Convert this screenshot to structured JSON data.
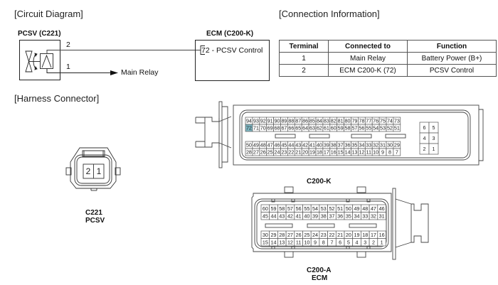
{
  "sections": {
    "circuit_diagram": "[Circuit Diagram]",
    "connection_information": "[Connection Information]",
    "harness_connector": "[Harness Connector]"
  },
  "circuit": {
    "pcsv_label": "PCSV (C221)",
    "ecm_label": "ECM (C200-K)",
    "wire_2_label": "2",
    "wire_1_label": "1",
    "main_relay_label": "Main Relay",
    "ecm_pin_label": "72 - PCSV Control"
  },
  "connection_table": {
    "headers": [
      "Terminal",
      "Connected to",
      "Function"
    ],
    "rows": [
      [
        "1",
        "Main Relay",
        "Battery Power (B+)"
      ],
      [
        "2",
        "ECM C200-K (72)",
        "PCSV Control"
      ]
    ]
  },
  "connectors": {
    "c221": {
      "name": "C221",
      "device": "PCSV",
      "pins": [
        "2",
        "1"
      ]
    },
    "c200k": {
      "name": "C200-K",
      "highlight_pin": "72",
      "highlight_color": "#7fb8c4",
      "row1": [
        "94",
        "93",
        "92",
        "91",
        "90",
        "89",
        "88",
        "87",
        "86",
        "85",
        "84",
        "83",
        "82",
        "81",
        "80",
        "79",
        "78",
        "77",
        "76",
        "75",
        "74",
        "73"
      ],
      "row2": [
        "72",
        "71",
        "70",
        "69",
        "68",
        "67",
        "66",
        "65",
        "64",
        "63",
        "62",
        "61",
        "60",
        "59",
        "58",
        "57",
        "56",
        "55",
        "54",
        "53",
        "52",
        "51"
      ],
      "row3": [
        "50",
        "49",
        "48",
        "47",
        "46",
        "45",
        "44",
        "43",
        "42",
        "41",
        "40",
        "39",
        "38",
        "37",
        "36",
        "35",
        "34",
        "33",
        "32",
        "31",
        "30",
        "29"
      ],
      "row4": [
        "28",
        "27",
        "26",
        "25",
        "24",
        "23",
        "22",
        "21",
        "20",
        "19",
        "18",
        "17",
        "16",
        "15",
        "14",
        "13",
        "12",
        "11",
        "10",
        "9",
        "8",
        "7"
      ],
      "power_block": [
        [
          "6",
          "5"
        ],
        [
          "4",
          "3"
        ],
        [
          "2",
          "1"
        ]
      ]
    },
    "c200a": {
      "name": "C200-A",
      "device": "ECM",
      "row1": [
        "60",
        "59",
        "58",
        "57",
        "56",
        "55",
        "54",
        "53",
        "52",
        "51",
        "50",
        "49",
        "48",
        "47",
        "46"
      ],
      "row2": [
        "45",
        "44",
        "43",
        "42",
        "41",
        "40",
        "39",
        "38",
        "37",
        "36",
        "35",
        "34",
        "33",
        "32",
        "31"
      ],
      "row3": [
        "30",
        "29",
        "28",
        "27",
        "26",
        "25",
        "24",
        "23",
        "22",
        "21",
        "20",
        "19",
        "18",
        "17",
        "16"
      ],
      "row4": [
        "15",
        "14",
        "13",
        "12",
        "11",
        "10",
        "9",
        "8",
        "7",
        "6",
        "5",
        "4",
        "3",
        "2",
        "1"
      ]
    }
  }
}
